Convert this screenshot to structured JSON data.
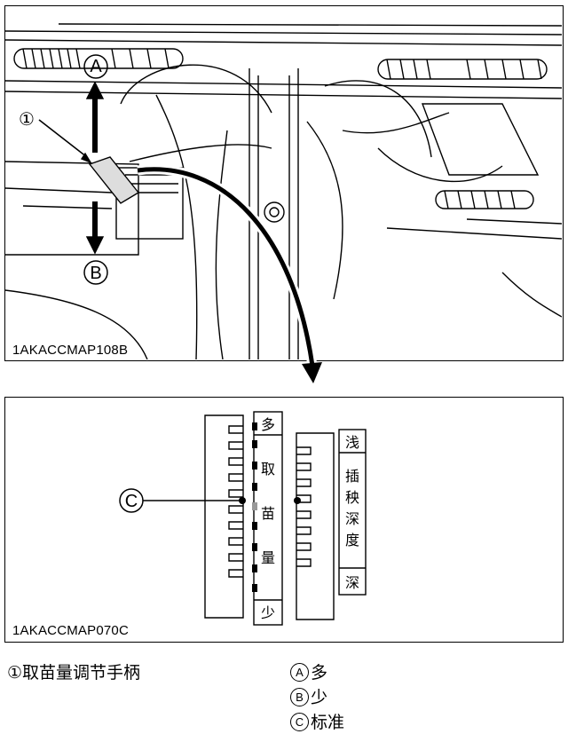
{
  "figure_top": {
    "code": "1AKACCMAP108B"
  },
  "figure_bottom": {
    "code": "1AKACCMAP070C",
    "left_scale": {
      "top": "多",
      "middle": [
        "取",
        "苗",
        "量"
      ],
      "bottom": "少"
    },
    "right_scale": {
      "top": "浅",
      "middle": [
        "插",
        "秧",
        "深",
        "度"
      ],
      "bottom": "深"
    }
  },
  "callouts": {
    "one": "①",
    "a": "A",
    "b": "B",
    "c": "C"
  },
  "legend": {
    "item1": "①取苗量调节手柄",
    "a_label": "A",
    "a_text": "多",
    "b_label": "B",
    "b_text": "少",
    "c_label": "C",
    "c_text": "标准"
  }
}
